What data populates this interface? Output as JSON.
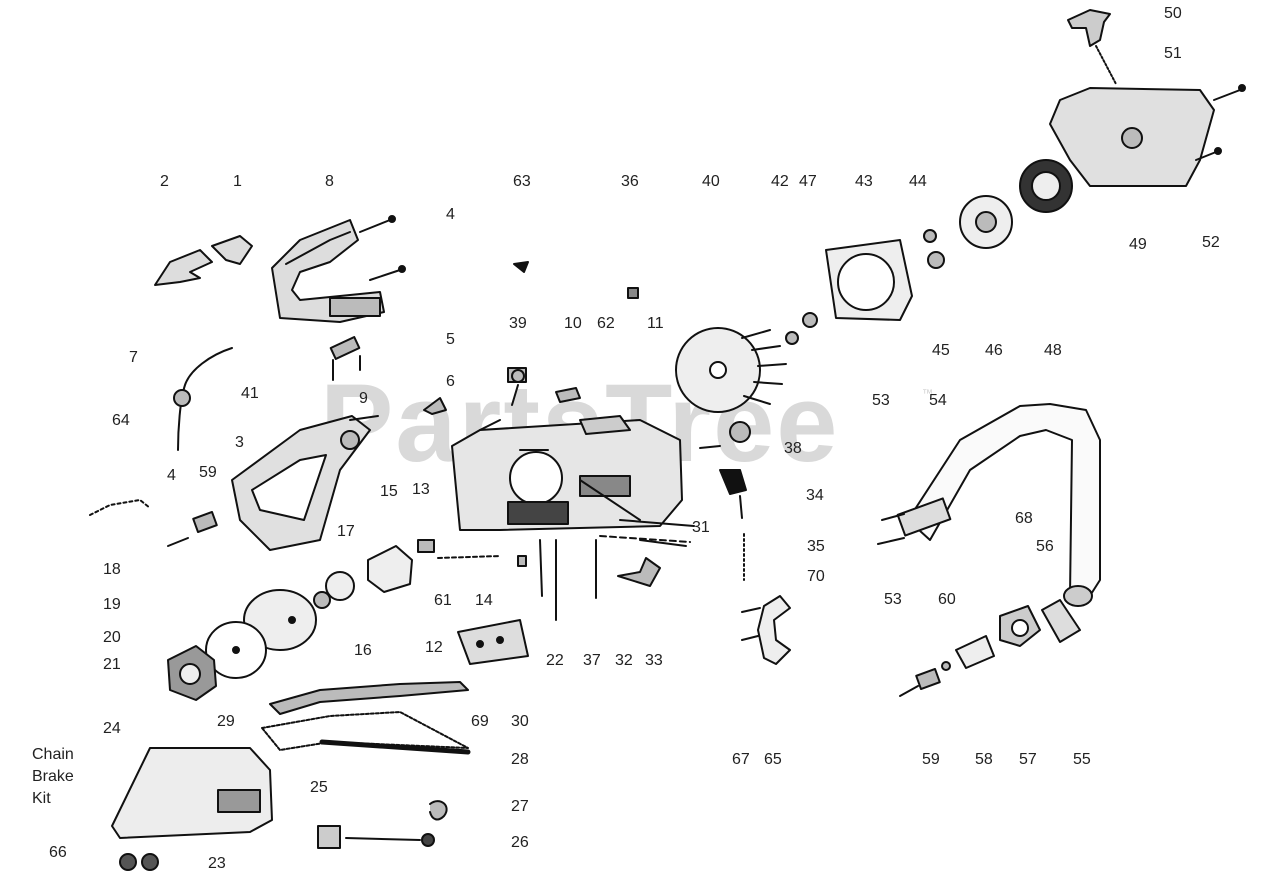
{
  "watermark": {
    "text": "PartsTree",
    "tm": "™"
  },
  "chain_brake_kit": {
    "line1": "Chain",
    "line2": "Brake",
    "line3": "Kit"
  },
  "callouts": {
    "n1": "1",
    "n2": "2",
    "n3": "3",
    "n4a": "4",
    "n4b": "4",
    "n5": "5",
    "n6": "6",
    "n7": "7",
    "n8": "8",
    "n9": "9",
    "n10": "10",
    "n11": "11",
    "n12": "12",
    "n13": "13",
    "n14": "14",
    "n15": "15",
    "n16": "16",
    "n17": "17",
    "n18": "18",
    "n19": "19",
    "n20": "20",
    "n21": "21",
    "n22": "22",
    "n23": "23",
    "n24": "24",
    "n25": "25",
    "n26": "26",
    "n27": "27",
    "n28": "28",
    "n29": "29",
    "n30": "30",
    "n31": "31",
    "n32": "32",
    "n33": "33",
    "n34": "34",
    "n35": "35",
    "n36": "36",
    "n37": "37",
    "n38": "38",
    "n39": "39",
    "n40": "40",
    "n41": "41",
    "n42": "42",
    "n43": "43",
    "n44": "44",
    "n45": "45",
    "n46": "46",
    "n47": "47",
    "n48": "48",
    "n49": "49",
    "n50": "50",
    "n51": "51",
    "n52": "52",
    "n53a": "53",
    "n53b": "53",
    "n54": "54",
    "n55": "55",
    "n56": "56",
    "n57": "57",
    "n58": "58",
    "n59a": "59",
    "n59b": "59",
    "n60": "60",
    "n61": "61",
    "n62": "62",
    "n63": "63",
    "n64": "64",
    "n65": "65",
    "n66": "66",
    "n67": "67",
    "n68": "68",
    "n69": "69",
    "n70": "70"
  }
}
